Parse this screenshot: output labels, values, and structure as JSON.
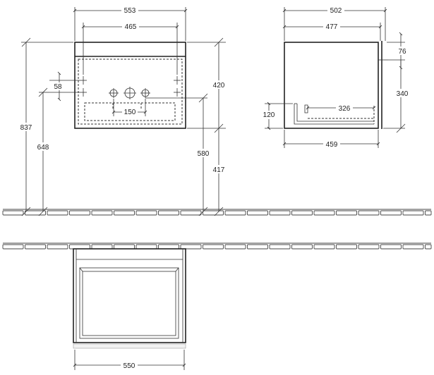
{
  "front_view": {
    "width_total": "553",
    "width_inner": "465",
    "hole_offset": "58",
    "tap_spacing": "150",
    "height_top": "420",
    "floor_to_top": "837",
    "floor_to_holes": "648",
    "floor_to_drain": "580",
    "floor_to_bottom": "417"
  },
  "side_view": {
    "depth_total": "502",
    "depth_inner": "477",
    "top_thickness": "76",
    "body_height": "340",
    "drawer_height": "120",
    "drawer_depth": "326",
    "base_depth": "459"
  },
  "top_view": {
    "width": "550"
  }
}
